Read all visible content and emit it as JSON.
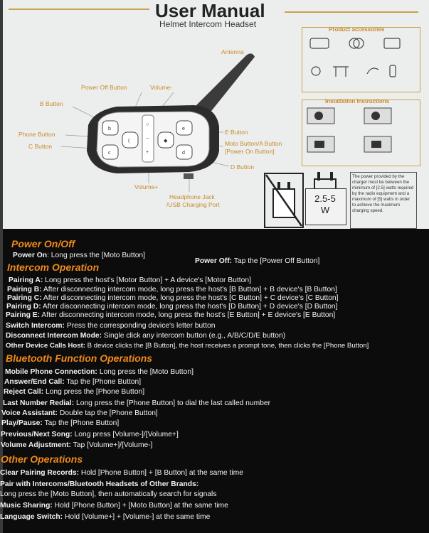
{
  "header": {
    "title": "User Manual",
    "subtitle": "Helmet Intercom Headset"
  },
  "diagram": {
    "callouts": {
      "antenna": "Antenna",
      "power_off": "Power Off Button",
      "volume_minus": "Volume-",
      "b_button": "B Button",
      "phone_button": "Phone Button",
      "c_button": "C Button",
      "e_button": "E Button",
      "moto_button_line1": "Moto Button/A Button",
      "moto_button_line2": "[Power On Button]",
      "d_button": "D Button",
      "volume_plus": "Volume+",
      "headphone_line1": "Headphone Jack",
      "headphone_line2": "/USB Charging Port"
    },
    "accessories_title": "Product accessories",
    "installation_title": "Installation instructions",
    "amperage": "2.5-5\nW",
    "charger_note": "The power provided by the charger must be between the minimum of [2.5] watts required by the radio equipment and a maximum of [5] watts in order to achieve the maximum charging speed."
  },
  "sections": {
    "power": {
      "heading": "Power On/Off",
      "on_label": "Power On",
      "on_text": ": Long press the [Moto Button]",
      "off_label": "Power Off:",
      "off_text": " Tap the [Power Off Button]"
    },
    "intercom": {
      "heading": "Intercom Operation",
      "lines": [
        {
          "label": "Pairing A:",
          "text": " Long press the host's [Motor Button] + A device's [Motor Button]"
        },
        {
          "label": "Pairing B:",
          "text": " After disconnecting intercom mode, long press the host's [B Button] + B device's [B Button]"
        },
        {
          "label": "Pairing C:",
          "text": " After disconnecting intercom mode, long press the host's [C Button] + C device's [C Button]"
        },
        {
          "label": "Pairing D:",
          "text": " After disconnecting intercom mode, long press the host's [D Button] + D device's [D Button]"
        },
        {
          "label": "Pairing E:",
          "text": " After disconnecting intercom mode, long press the host's [E Button] + E device's  [E Button]"
        },
        {
          "label": "Switch Intercom:",
          "text": " Press the corresponding device's letter button"
        },
        {
          "label": "Disconnect Intercom Mode:",
          "text": " Single click any intercom button (e.g., A/B/C/D/E button)"
        },
        {
          "label": "Other Device Calls Host:",
          "text": " B device clicks the [B Button], the host receives a prompt tone, then clicks the [Phone Button]"
        }
      ]
    },
    "bluetooth": {
      "heading": "Bluetooth Function Operations",
      "lines": [
        {
          "label": "Mobile Phone Connection:",
          "text": " Long press the [Moto Button]"
        },
        {
          "label": "Answer/End Call:",
          "text": " Tap the [Phone Button]"
        },
        {
          "label": "Reject Call:",
          "text": " Long press the [Phone Button]"
        },
        {
          "label": "Last Number Redial:",
          "text": " Long press the [Phone Button] to dial the last called number"
        },
        {
          "label": "Voice Assistant:",
          "text": " Double tap the [Phone Button]"
        },
        {
          "label": "Play/Pause:",
          "text": " Tap the [Phone Button]"
        },
        {
          "label": "Previous/Next Song:",
          "text": " Long press [Volume-]/[Volume+]"
        },
        {
          "label": "Volume Adjustment:",
          "text": " Tap [Volume+]/[Volume-]"
        }
      ]
    },
    "other": {
      "heading": "Other Operations",
      "lines": [
        {
          "label": "Clear Pairing Records:",
          "text": " Hold [Phone Button] + [B Button] at the same time"
        },
        {
          "label": "Pair with Intercoms/Bluetooth Headsets of Other Brands:",
          "text": ""
        },
        {
          "label": "",
          "text": "Long press the [Moto Button], then automatically search for signals"
        },
        {
          "label": "Music Sharing:",
          "text": " Hold [Phone Button] + [Moto Button] at the same time"
        },
        {
          "label": "Language Switch:",
          "text": " Hold [Volume+] + [Volume-] at the same time"
        }
      ]
    }
  }
}
